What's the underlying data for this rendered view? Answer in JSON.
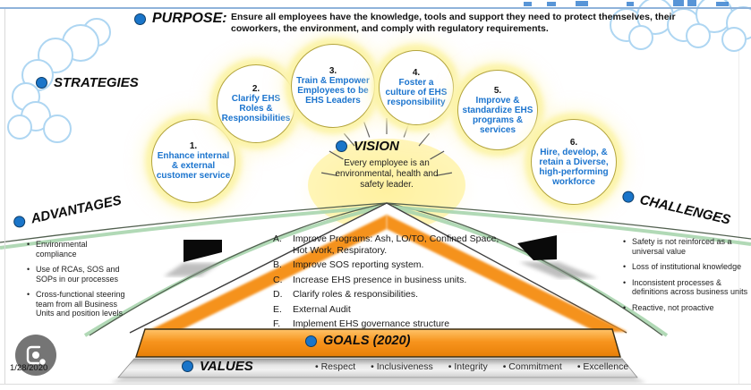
{
  "header": {
    "purpose_label": "PURPOSE:",
    "purpose_text": "Ensure all employees have the knowledge, tools and support they need to protect themselves, their coworkers, the environment, and comply with regulatory requirements.",
    "strategies_label": "STRATEGIES"
  },
  "strategies": [
    {
      "number": "1.",
      "text": "Enhance internal & external customer service"
    },
    {
      "number": "2.",
      "text": "Clarify EHS Roles & Responsibilities"
    },
    {
      "number": "3.",
      "text": "Train & Empower Employees to be EHS Leaders"
    },
    {
      "number": "4.",
      "text": "Foster a culture of EHS responsibility"
    },
    {
      "number": "5.",
      "text": "Improve & standardize EHS programs & services"
    },
    {
      "number": "6.",
      "text": "Hire, develop, & retain a Diverse, high-performing workforce"
    }
  ],
  "vision": {
    "label": "VISION",
    "lines": [
      "Every employee is an",
      "environmental, health and",
      "safety leader."
    ]
  },
  "advantages": {
    "label": "ADVANTAGES",
    "items": [
      "Environmental compliance",
      "Use of RCAs, SOS and SOPs in our processes",
      "Cross-functional steering team from all Business Units and position levels"
    ]
  },
  "challenges": {
    "label": "CHALLENGES",
    "items": [
      "Safety is not reinforced as a universal value",
      "Loss of institutional knowledge",
      "Inconsistent processes & definitions across business units",
      "Reactive, not proactive"
    ]
  },
  "goals_list": [
    {
      "letter": "A.",
      "text": "Improve Programs: Ash, LO/TO, Confined Space, Hot Work, Respiratory."
    },
    {
      "letter": "B.",
      "text": "Improve SOS reporting system."
    },
    {
      "letter": "C.",
      "text": "Increase EHS presence in business units."
    },
    {
      "letter": "D.",
      "text": "Clarify roles & responsibilities."
    },
    {
      "letter": "E.",
      "text": "External Audit"
    },
    {
      "letter": "F.",
      "text": "Implement EHS governance structure"
    }
  ],
  "goals_bar": {
    "label": "GOALS (2020)"
  },
  "values_bar": {
    "label": "VALUES",
    "items": [
      "Respect",
      "Inclusiveness",
      "Integrity",
      "Commitment",
      "Excellence"
    ]
  },
  "footer": {
    "date": "1/28/2020"
  },
  "colors": {
    "bullet_blue": "#1a75c9",
    "circle_text_blue": "#1b74ce",
    "circle_glow": "#fcf3a5",
    "goals_orange": "#f7941d",
    "swoosh_green": "#a8d5ae",
    "top_line_blue": "#8fb3da"
  }
}
